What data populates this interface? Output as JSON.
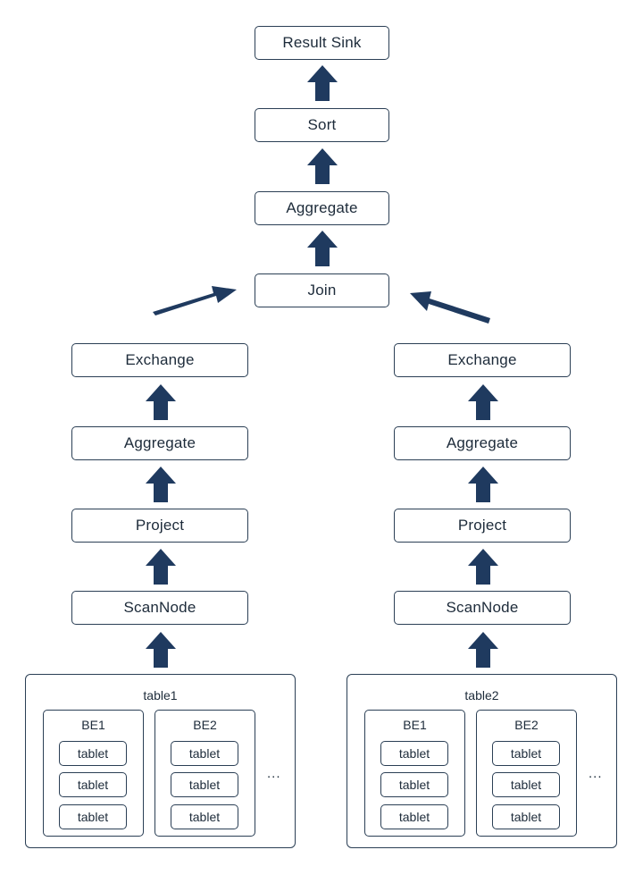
{
  "colors": {
    "arrow": "#1f3a5f",
    "border": "#2b3f55",
    "text": "#1d2b3a"
  },
  "center": {
    "result_sink": "Result Sink",
    "sort": "Sort",
    "aggregate": "Aggregate",
    "join": "Join"
  },
  "left": {
    "exchange": "Exchange",
    "aggregate": "Aggregate",
    "project": "Project",
    "scan": "ScanNode",
    "table": {
      "label": "table1",
      "backends": [
        {
          "label": "BE1",
          "tablets": [
            "tablet",
            "tablet",
            "tablet"
          ]
        },
        {
          "label": "BE2",
          "tablets": [
            "tablet",
            "tablet",
            "tablet"
          ]
        }
      ],
      "more": "..."
    }
  },
  "right": {
    "exchange": "Exchange",
    "aggregate": "Aggregate",
    "project": "Project",
    "scan": "ScanNode",
    "table": {
      "label": "table2",
      "backends": [
        {
          "label": "BE1",
          "tablets": [
            "tablet",
            "tablet",
            "tablet"
          ]
        },
        {
          "label": "BE2",
          "tablets": [
            "tablet",
            "tablet",
            "tablet"
          ]
        }
      ],
      "more": "..."
    }
  }
}
